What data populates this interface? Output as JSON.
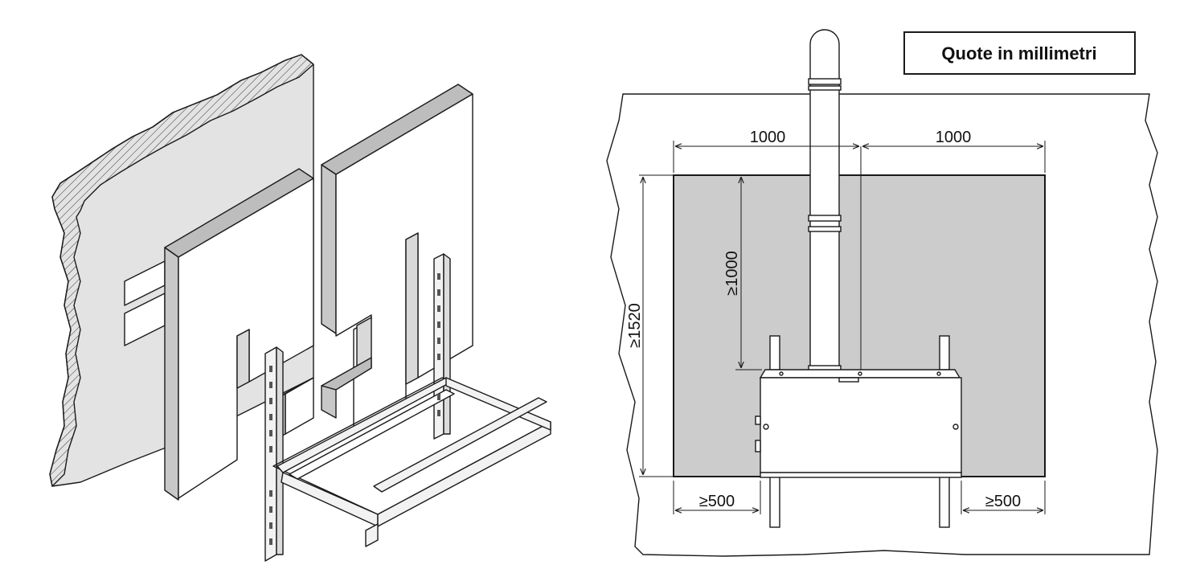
{
  "units_note": "Quote in millimetri",
  "dimensions": {
    "width_left": "1000",
    "width_right": "1000",
    "height_above_unit": "≥1000",
    "total_height": "≥1520",
    "clearance_left": "≥500",
    "clearance_right": "≥500"
  },
  "colors": {
    "line": "#1a1a1a",
    "wall_fill": "#e3e3e3",
    "clearance_zone": "#cccccc",
    "panel_edge": "#bdbdbd",
    "bracket": "#f2f2f2"
  }
}
